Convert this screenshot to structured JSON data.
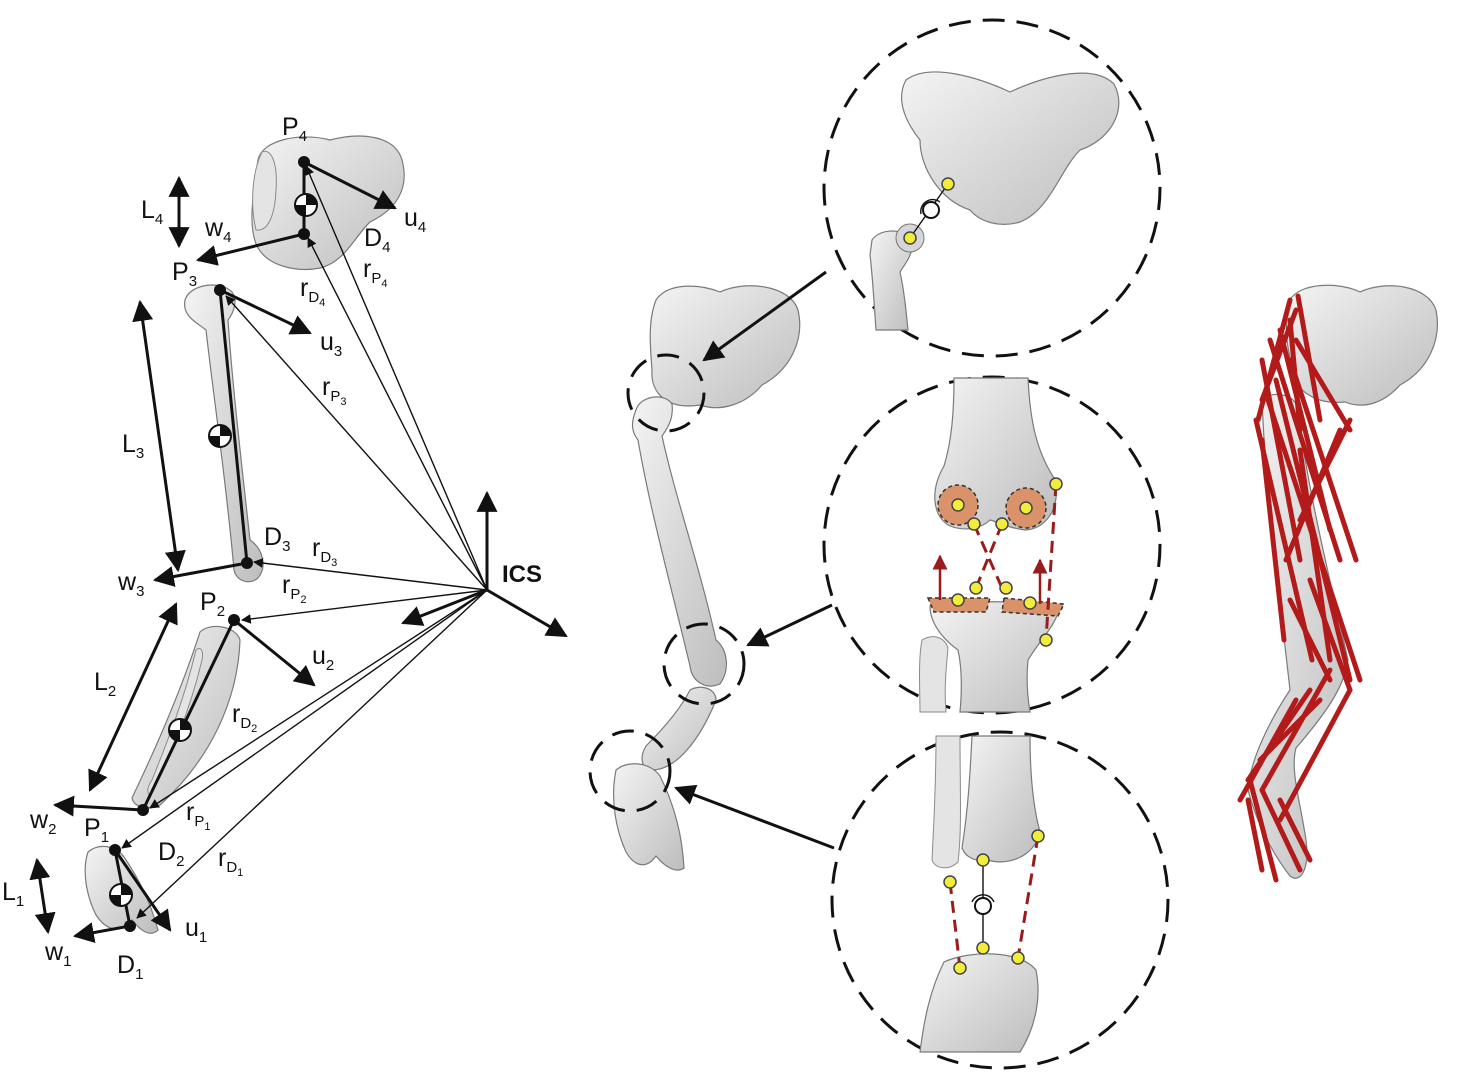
{
  "labels": {
    "P4": {
      "main": "P",
      "sub": "4"
    },
    "P3": {
      "main": "P",
      "sub": "3"
    },
    "P2": {
      "main": "P",
      "sub": "2"
    },
    "P1": {
      "main": "P",
      "sub": "1"
    },
    "D4": {
      "main": "D",
      "sub": "4"
    },
    "D3": {
      "main": "D",
      "sub": "3"
    },
    "D2": {
      "main": "D",
      "sub": "2"
    },
    "D1": {
      "main": "D",
      "sub": "1"
    },
    "L4": {
      "main": "L",
      "sub": "4"
    },
    "L3": {
      "main": "L",
      "sub": "3"
    },
    "L2": {
      "main": "L",
      "sub": "2"
    },
    "L1": {
      "main": "L",
      "sub": "1"
    },
    "u4": {
      "main": "u",
      "sub": "4"
    },
    "u3": {
      "main": "u",
      "sub": "3"
    },
    "u2": {
      "main": "u",
      "sub": "2"
    },
    "u1": {
      "main": "u",
      "sub": "1"
    },
    "w4": {
      "main": "w",
      "sub": "4"
    },
    "w3": {
      "main": "w",
      "sub": "3"
    },
    "w2": {
      "main": "w",
      "sub": "2"
    },
    "w1": {
      "main": "w",
      "sub": "1"
    },
    "rP4": {
      "main": "r",
      "sub": "P",
      "sub2": "4"
    },
    "rD4": {
      "main": "r",
      "sub": "D",
      "sub2": "4"
    },
    "rP3": {
      "main": "r",
      "sub": "P",
      "sub2": "3"
    },
    "rD3": {
      "main": "r",
      "sub": "D",
      "sub2": "3"
    },
    "rP2": {
      "main": "r",
      "sub": "P",
      "sub2": "2"
    },
    "rD2": {
      "main": "r",
      "sub": "D",
      "sub2": "2"
    },
    "rP1": {
      "main": "r",
      "sub": "P",
      "sub2": "1"
    },
    "rD1": {
      "main": "r",
      "sub": "D",
      "sub2": "1"
    }
  },
  "ics_label": "ICS",
  "colors": {
    "muscle": "#b31b1b",
    "marker": "#f2ec3a",
    "contact_pad": "#d9926a",
    "ligament": "#9a1b1b"
  }
}
